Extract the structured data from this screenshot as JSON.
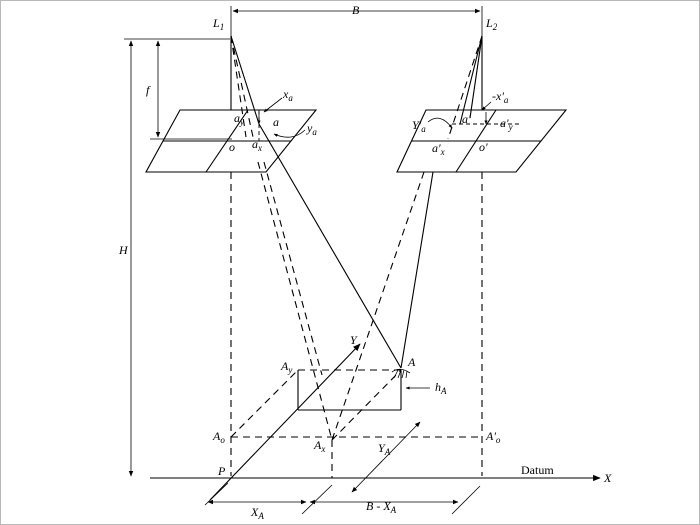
{
  "labels": {
    "L1": "L",
    "L1_sub": "1",
    "L2": "L",
    "L2_sub": "2",
    "B": "B",
    "f": "f",
    "H": "H",
    "P": "P",
    "Datum": "Datum",
    "X_axis": "X",
    "Y_axis": "Y",
    "A": "A",
    "Ay": "A",
    "Ay_sub": "y",
    "Ao": "A",
    "Ao_sub": "o",
    "Aox": "A'",
    "Aox_sub": "o",
    "Ax": "A",
    "Ax_sub": "x",
    "hA": "h",
    "hA_sub": "A",
    "YA": "Y",
    "YA_sub": "A",
    "XA": "X",
    "XA_sub": "A",
    "BXA": "B - X",
    "BXA_sub": "A",
    "o": "o",
    "a": "a",
    "ay": "a",
    "ay_sub": "y",
    "ax": "a",
    "ax_sub": "x",
    "xa": "x",
    "xa_sub": "a",
    "ya": "y",
    "ya_sub": "a",
    "o2": "o'",
    "a2": "a'",
    "ay2": "a'",
    "ay2_sub": "y",
    "ax2": "a'",
    "ax2_sub": "x",
    "xa2": "-x'",
    "xa2_sub": "a",
    "ya2": "Y'",
    "ya2_sub": "a"
  }
}
